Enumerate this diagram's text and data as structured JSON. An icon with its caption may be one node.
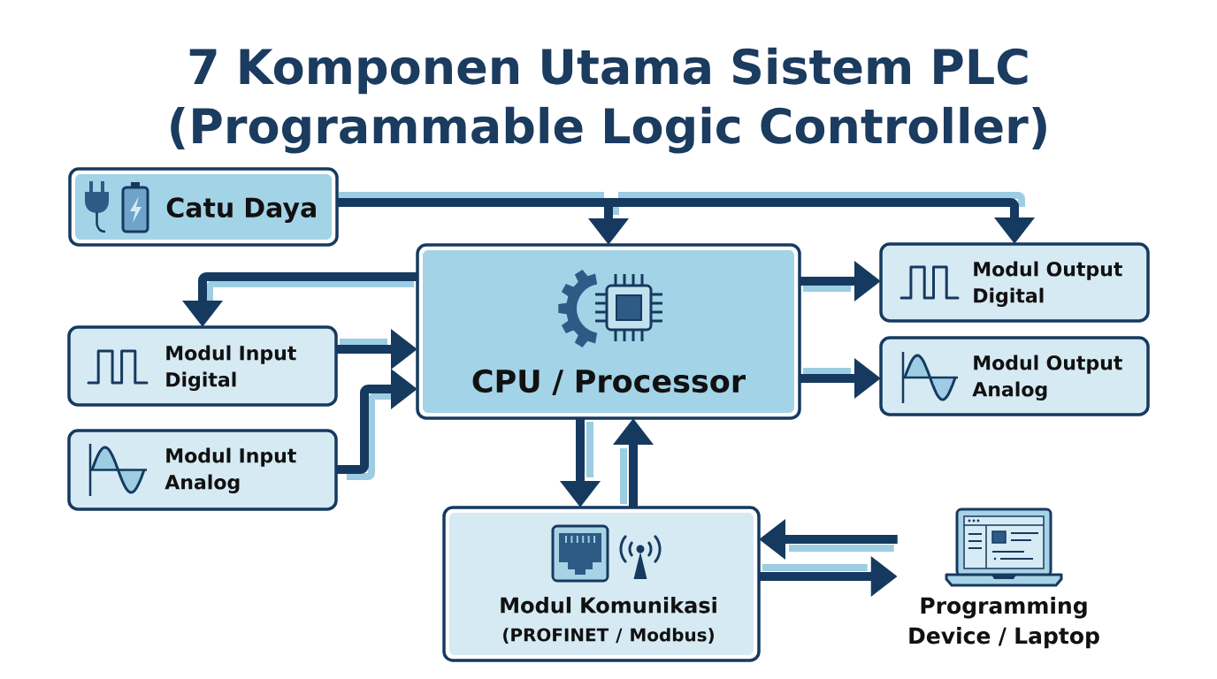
{
  "diagram": {
    "title": "7 Komponen Utama Sistem PLC (Programmable Logic Controller)",
    "nodes": [
      {
        "text": [
          "Catu Daya"
        ]
      },
      {
        "text": [
          "CPU / Processor"
        ]
      },
      {
        "text": [
          "Modul Output Digital"
        ]
      },
      {
        "text": [
          "Modul Input Digital"
        ]
      },
      {
        "text": [
          "Modul Output Analog"
        ]
      },
      {
        "text": [
          "Modul Input Analog"
        ]
      },
      {
        "text": [
          "Modul Komunikasi",
          "(PROFINET / Modbus)"
        ]
      },
      {
        "text": [
          "Programming Device / Laptop"
        ]
      }
    ],
    "edges": [
      {
        "from": 0,
        "to": 1,
        "arrow": "to"
      },
      {
        "from": 0,
        "to": 2,
        "arrow": "to"
      },
      {
        "from": 1,
        "to": 3,
        "arrow": "to"
      },
      {
        "from": 3,
        "to": 1,
        "arrow": "to"
      },
      {
        "from": 5,
        "to": 1,
        "arrow": "to"
      },
      {
        "from": 1,
        "to": 2,
        "arrow": "to"
      },
      {
        "from": 1,
        "to": 4,
        "arrow": "to"
      },
      {
        "from": 1,
        "to": 6,
        "arrow": "to"
      },
      {
        "from": 6,
        "to": 1,
        "arrow": "to"
      },
      {
        "from": 7,
        "to": 6,
        "arrow": "to"
      },
      {
        "from": 6,
        "to": 7,
        "arrow": "to"
      }
    ]
  }
}
